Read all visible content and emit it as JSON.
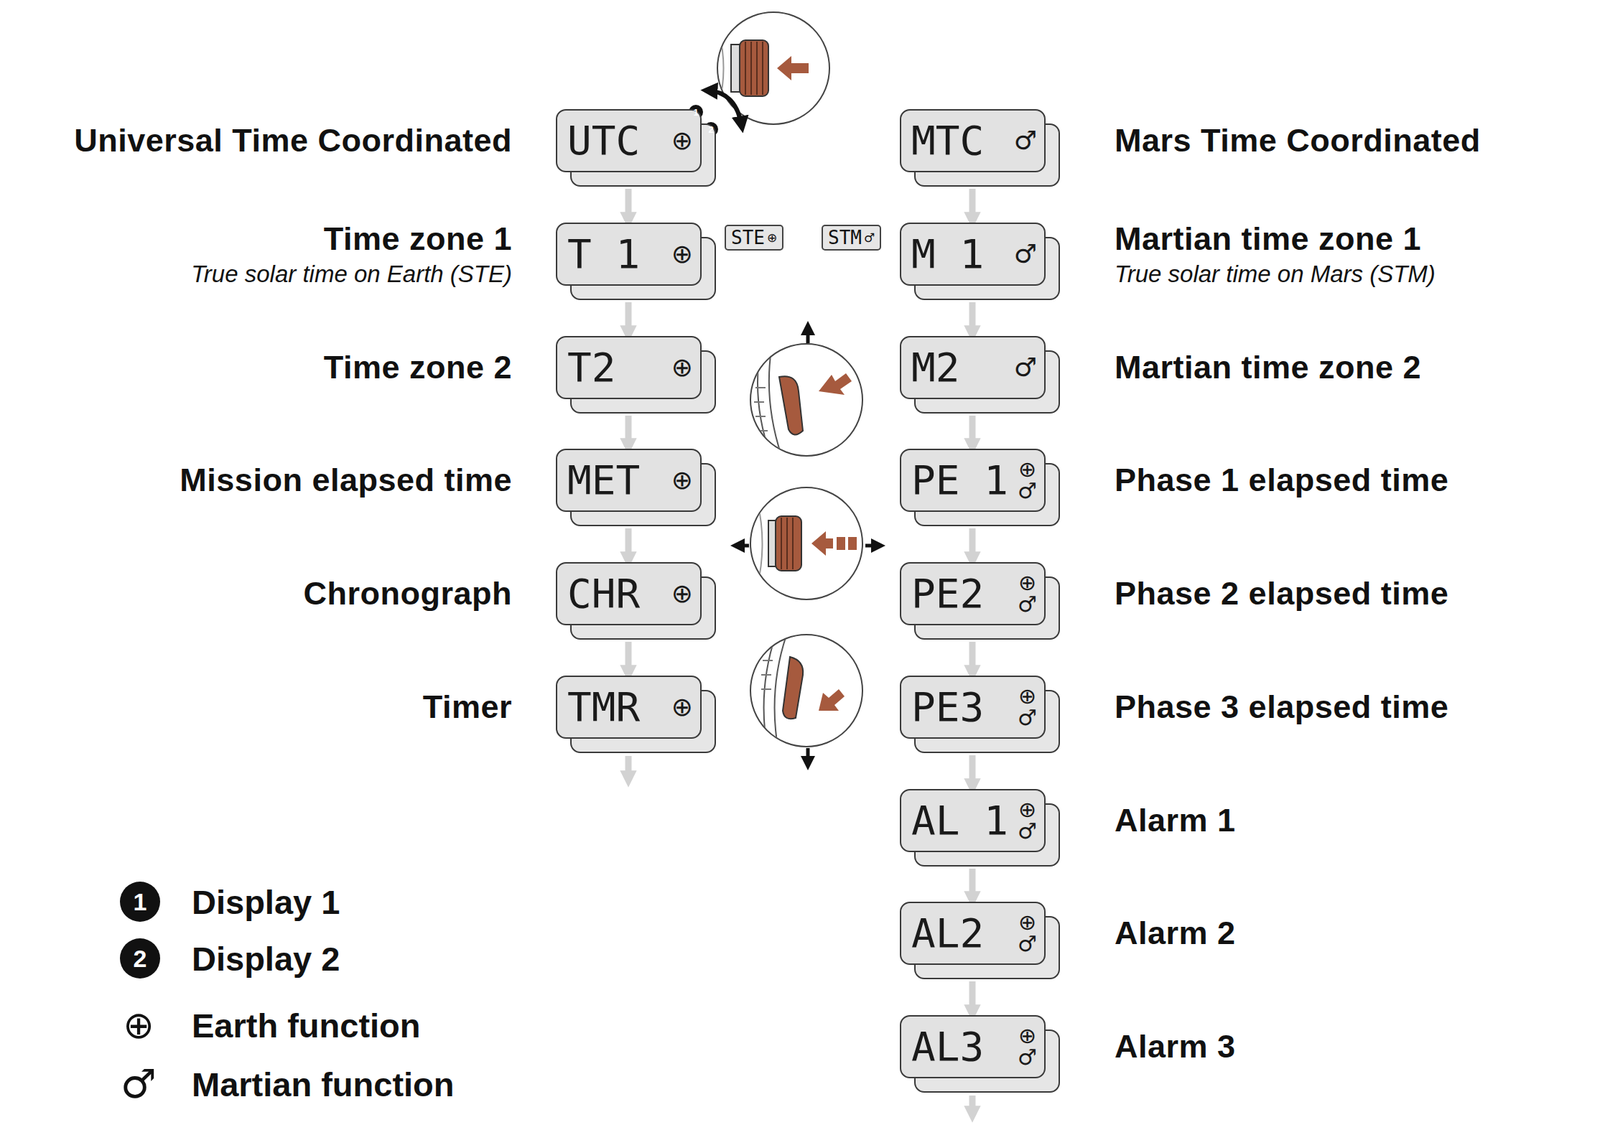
{
  "diagram": {
    "nodes": [
      {
        "text": [
          "UTC",
          "⊕",
          "Universal Time Coordinated"
        ]
      },
      {
        "text": [
          "T 1",
          "⊕",
          "Time zone 1",
          "True solar time on Earth (STE)"
        ]
      },
      {
        "text": [
          "T2",
          "⊕",
          "Time zone 2"
        ]
      },
      {
        "text": [
          "MET",
          "⊕",
          "Mission elapsed time"
        ]
      },
      {
        "text": [
          "CHR",
          "⊕",
          "Chronograph"
        ]
      },
      {
        "text": [
          "TMR",
          "⊕",
          "Timer"
        ]
      },
      {
        "text": [
          "STE",
          "⊕"
        ]
      },
      {
        "text": [
          "STM",
          "♂"
        ]
      },
      {
        "text": [
          "MTC",
          "♂",
          "Mars Time Coordinated"
        ]
      },
      {
        "text": [
          "M 1",
          "♂",
          "Martian time zone 1",
          "True solar time on Mars (STM)"
        ]
      },
      {
        "text": [
          "M2",
          "♂",
          "Martian time zone 2"
        ]
      },
      {
        "text": [
          "PE 1",
          "⊕",
          "♂",
          "Phase 1 elapsed time"
        ]
      },
      {
        "text": [
          "PE2",
          "⊕",
          "♂",
          "Phase 2 elapsed time"
        ]
      },
      {
        "text": [
          "PE3",
          "⊕",
          "♂",
          "Phase 3 elapsed time"
        ]
      },
      {
        "text": [
          "AL 1",
          "⊕",
          "♂",
          "Alarm 1"
        ]
      },
      {
        "text": [
          "AL2",
          "⊕",
          "♂",
          "Alarm 2"
        ]
      },
      {
        "text": [
          "AL3",
          "⊕",
          "♂",
          "Alarm 3"
        ]
      }
    ],
    "edges": [
      {
        "from": 0,
        "to": 1,
        "arrow": "to"
      },
      {
        "from": 1,
        "to": 2,
        "arrow": "to"
      },
      {
        "from": 2,
        "to": 3,
        "arrow": "to"
      },
      {
        "from": 3,
        "to": 4,
        "arrow": "to"
      },
      {
        "from": 4,
        "to": 5,
        "arrow": "to"
      },
      {
        "from": 8,
        "to": 9,
        "arrow": "to"
      },
      {
        "from": 9,
        "to": 10,
        "arrow": "to"
      },
      {
        "from": 10,
        "to": 11,
        "arrow": "to"
      },
      {
        "from": 11,
        "to": 12,
        "arrow": "to"
      },
      {
        "from": 12,
        "to": 13,
        "arrow": "to"
      },
      {
        "from": 13,
        "to": 14,
        "arrow": "to"
      },
      {
        "from": 14,
        "to": 15,
        "arrow": "to"
      },
      {
        "from": 15,
        "to": 16,
        "arrow": "to"
      }
    ],
    "labels": [
      "1",
      "2",
      "1",
      "2",
      "⊕",
      "♂"
    ],
    "legend": [
      {
        "text": "Display 1"
      },
      {
        "text": "Display 2"
      },
      {
        "text": "Earth function"
      },
      {
        "text": "Martian function"
      }
    ]
  }
}
